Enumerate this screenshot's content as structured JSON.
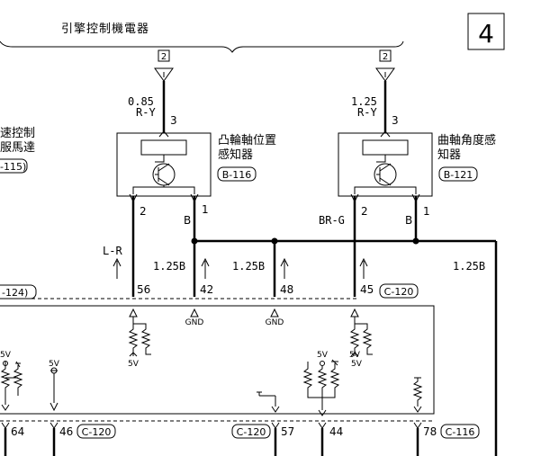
{
  "header": {
    "title": "引擎控制機電器",
    "page_number": "4"
  },
  "left_fragment": {
    "line1": "速控制",
    "line2": "服馬達",
    "code": "-115)"
  },
  "feed_left": {
    "fuse": "2",
    "size": "0.85",
    "color": "R-Y",
    "pin": "3"
  },
  "feed_right": {
    "fuse": "2",
    "size": "1.25",
    "color": "R-Y",
    "pin": "3"
  },
  "sensor_cam": {
    "name_line1": "凸輪軸位置",
    "name_line2": "感知器",
    "code": "B-116",
    "pin_left": "2",
    "pin_right": "1",
    "wire_left": "L-R",
    "wire_right": "B"
  },
  "sensor_crank": {
    "name_line1": "曲軸角度感",
    "name_line2": "知器",
    "code": "B-121",
    "pin_left": "2",
    "pin_right": "1",
    "wire_left": "BR-G",
    "wire_right": "B"
  },
  "ground_wires": {
    "size_1": "1.25B",
    "size_2": "1.25B",
    "size_3": "1.25B"
  },
  "ecu_pins": {
    "connector_left": "-124)",
    "p56": "56",
    "p42": "42",
    "p48": "48",
    "p45": "45",
    "connector_right": "C-120"
  },
  "ecu_internal": {
    "gnd_a": "GND",
    "gnd_b": "GND",
    "v5_a": "5V",
    "v5_b": "5V",
    "v5_c": "5V",
    "v5_d": "5V",
    "v5_e": "5V",
    "v5_f": "5V"
  },
  "bottom_pins": {
    "p64": "64",
    "p46": "46",
    "c120_a": "C-120",
    "c120_b": "C-120",
    "p57": "57",
    "p44": "44",
    "p78": "78",
    "c116": "C-116"
  }
}
